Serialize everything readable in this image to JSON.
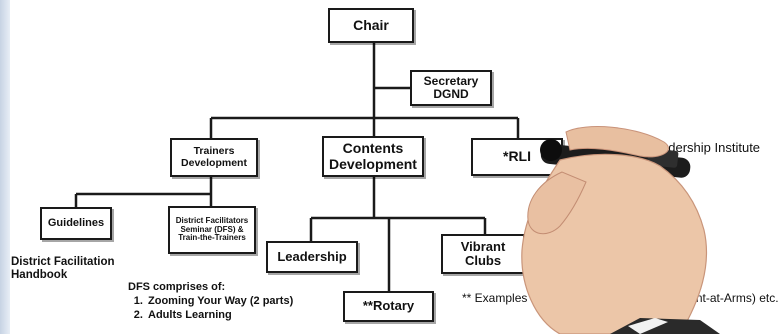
{
  "nodes": {
    "chair": "Chair",
    "secretary": "Secretary\nDGND",
    "trainers_development": "Trainers\nDevelopment",
    "contents_development": "Contents\nDevelopment",
    "rli": "*RLI",
    "guidelines": "Guidelines",
    "dfs_seminar": "District Facilitators\nSeminar (DFS) &\nTrain-the-Trainers",
    "leadership": "Leadership",
    "vibrant_clubs": "Vibrant\nClubs",
    "rotary": "**Rotary"
  },
  "notes": {
    "handbook": "District Facilitation Handbook",
    "dfs_title": "DFS comprises of:",
    "dfs_items": [
      "Zooming Your Way  (2 parts)",
      "Adults Learning"
    ],
    "rli_note": "* Rotary Leadership Institute",
    "examples": "** Examples are SETS, TETS, SAA (Sergeant-at-Arms) etc."
  },
  "colors": {
    "line": "#1a1a1a",
    "box_border": "#1a1a1a",
    "left_band": "#c7d3e3"
  },
  "icons": {
    "hand": "hand-with-marker-icon"
  }
}
